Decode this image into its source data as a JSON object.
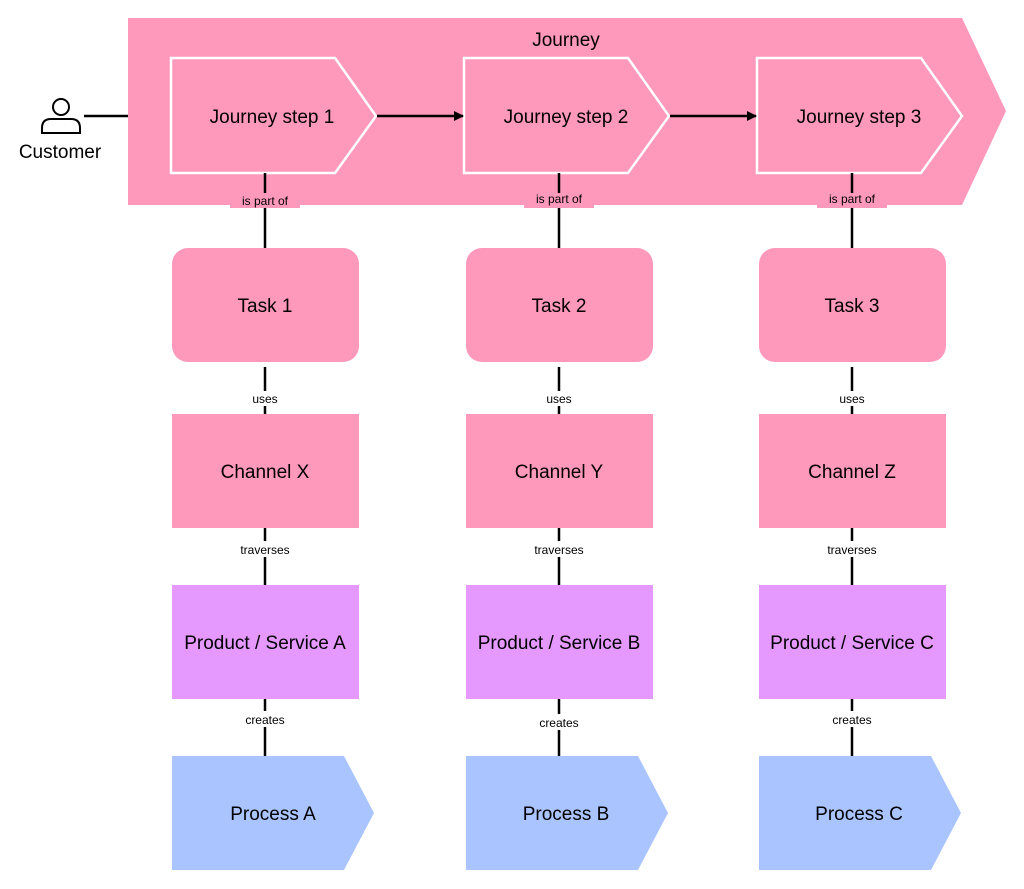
{
  "colors": {
    "journey": "#ff99bb",
    "task": "#ff99bb",
    "channel": "#ff99bb",
    "product": "#e599ff",
    "process": "#a9c4ff",
    "line": "#000000",
    "outline": "#ffffff"
  },
  "actor": {
    "icon": "user-icon",
    "label": "Customer"
  },
  "journey": {
    "label": "Journey",
    "steps": [
      {
        "label": "Journey step 1"
      },
      {
        "label": "Journey step 2"
      },
      {
        "label": "Journey step 3"
      }
    ]
  },
  "relations": {
    "is_part_of": "is part of",
    "uses": "uses",
    "traverses": "traverses",
    "creates": "creates"
  },
  "columns": [
    {
      "task": "Task 1",
      "channel": "Channel X",
      "product": "Product / Service A",
      "process": "Process A"
    },
    {
      "task": "Task 2",
      "channel": "Channel Y",
      "product": "Product / Service B",
      "process": "Process B"
    },
    {
      "task": "Task 3",
      "channel": "Channel Z",
      "product": "Product / Service C",
      "process": "Process C"
    }
  ]
}
